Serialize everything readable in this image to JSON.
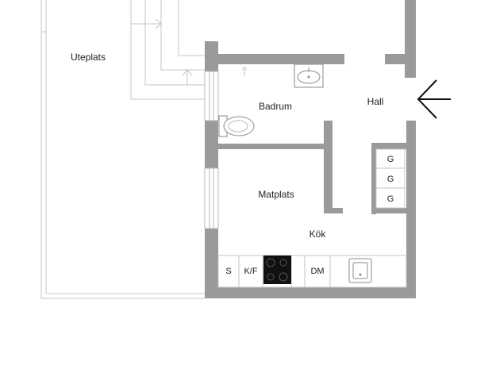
{
  "rooms": {
    "uteplats": "Uteplats",
    "badrum": "Badrum",
    "hall": "Hall",
    "matplats": "Matplats",
    "kok": "Kök"
  },
  "fixtures": {
    "wardrobes": [
      "G",
      "G",
      "G"
    ],
    "kitchen": {
      "s": "S",
      "kf": "K/F",
      "dm": "DM"
    }
  },
  "icons": {
    "entrance": "entrance-arrow-icon",
    "toilet": "toilet-icon",
    "sink": "sink-icon",
    "stove": "stove-icon",
    "kitchen_sink": "kitchen-sink-icon"
  },
  "colors": {
    "wall": "#9a9a9a",
    "stove": "#111111",
    "line": "#c4c4c4"
  }
}
